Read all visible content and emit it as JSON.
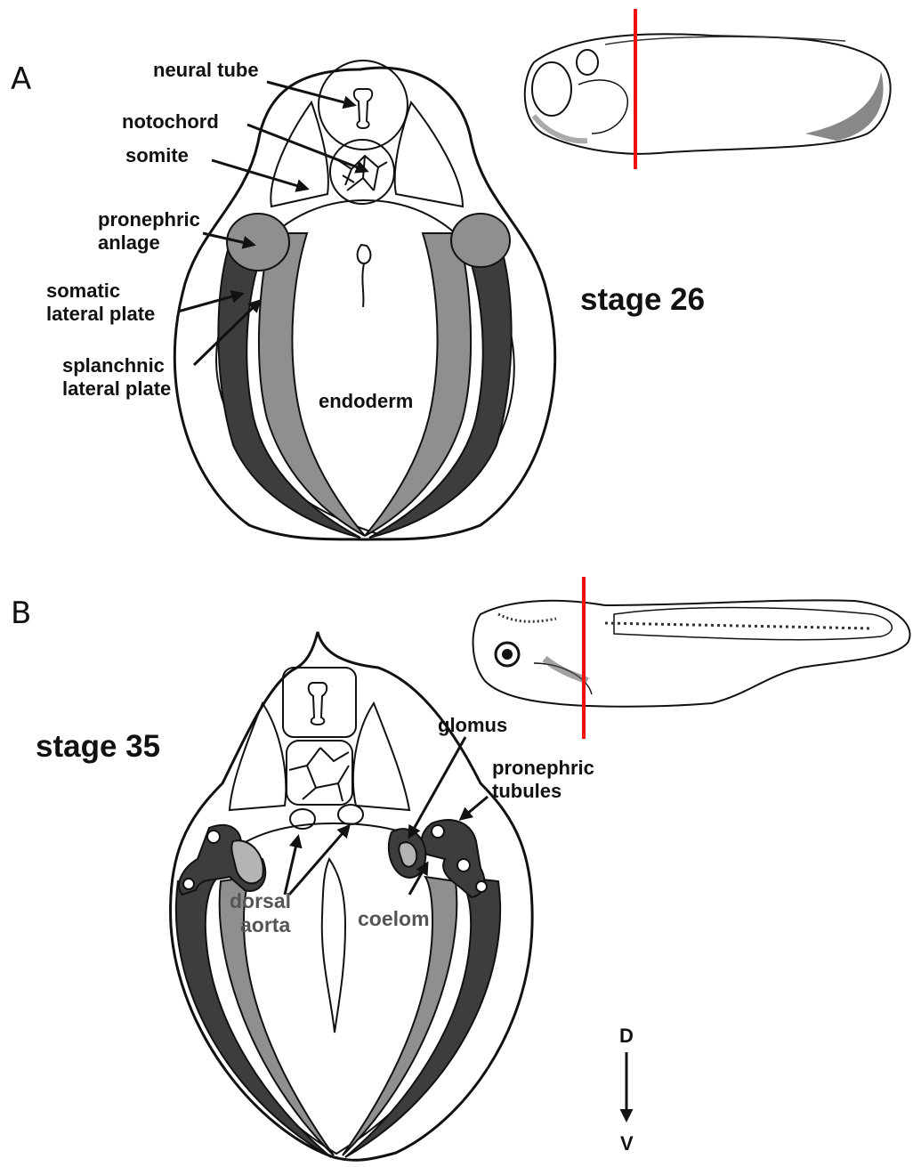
{
  "panels": {
    "a": {
      "letter": "A",
      "stage": "stage 26",
      "labels": {
        "neural_tube": "neural tube",
        "notochord": "notochord",
        "somite": "somite",
        "pronephric_anlage_1": "pronephric",
        "pronephric_anlage_2": "anlage",
        "somatic_1": "somatic",
        "somatic_2": "lateral plate",
        "splanchnic_1": "splanchnic",
        "splanchnic_2": "lateral plate",
        "endoderm": "endoderm"
      }
    },
    "b": {
      "letter": "B",
      "stage": "stage 35",
      "labels": {
        "glomus": "glomus",
        "pronephric_tubules_1": "pronephric",
        "pronephric_tubules_2": "tubules",
        "dorsal_aorta_1": "dorsal",
        "dorsal_aorta_2": "aorta",
        "coelom": "coelom"
      }
    }
  },
  "axis": {
    "dorsal": "D",
    "ventral": "V"
  },
  "colors": {
    "section_line": "#ee1111",
    "dark_tissue": "#3d3d3d",
    "mid_tissue": "#8f8f8f"
  }
}
